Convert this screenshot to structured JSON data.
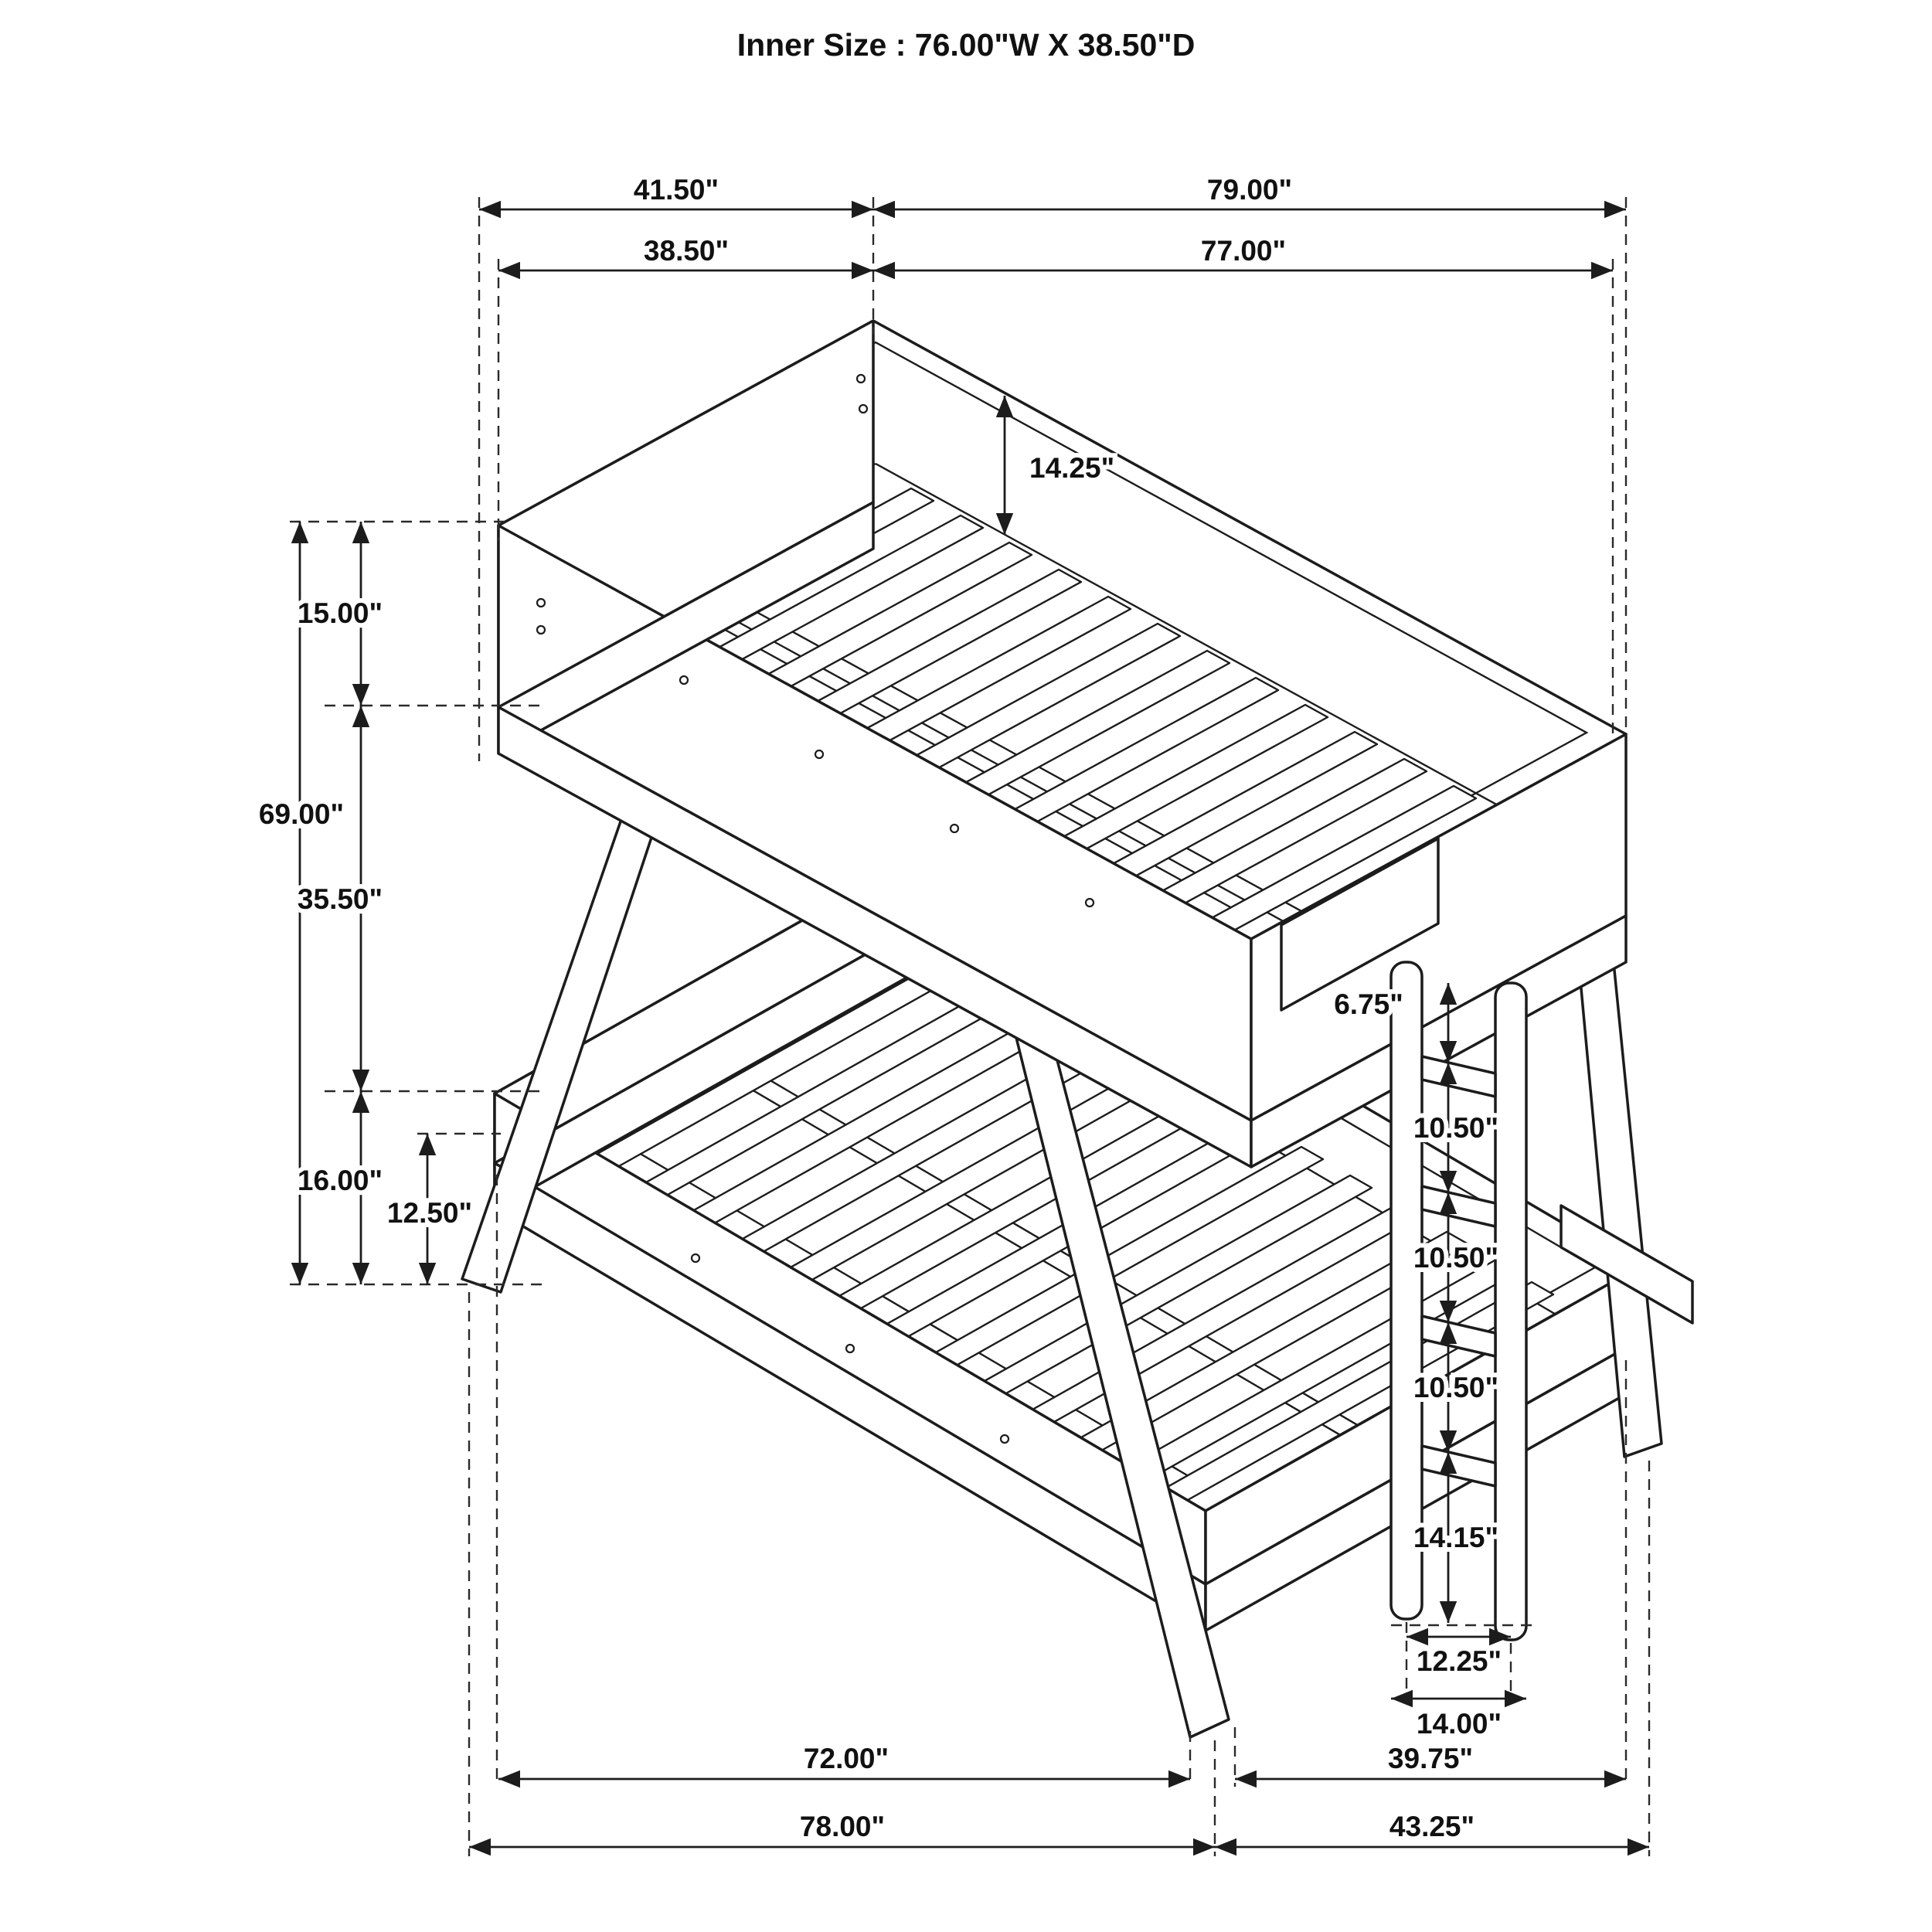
{
  "title": "Inner Size : 76.00\"W X 38.50\"D",
  "dimensions": {
    "top_row_left": "41.50\"",
    "top_row_right": "79.00\"",
    "second_row_left": "38.50\"",
    "second_row_right": "77.00\"",
    "rail_to_slats": "14.25\"",
    "upper_rail_height": "15.00\"",
    "overall_height": "69.00\"",
    "upper_to_lower_gap": "35.50\"",
    "lower_frame_height": "16.00\"",
    "lower_slat_height": "12.50\"",
    "ladder_top_spacing": "6.75\"",
    "ladder_spacing_1": "10.50\"",
    "ladder_spacing_2": "10.50\"",
    "ladder_spacing_3": "10.50\"",
    "ladder_bottom_spacing": "14.15\"",
    "ladder_inner_width": "12.25\"",
    "ladder_outer_width": "14.00\"",
    "bottom_row_left": "72.00\"",
    "bottom_row_right": "39.75\"",
    "base_row_left": "78.00\"",
    "base_row_right": "43.25\""
  }
}
